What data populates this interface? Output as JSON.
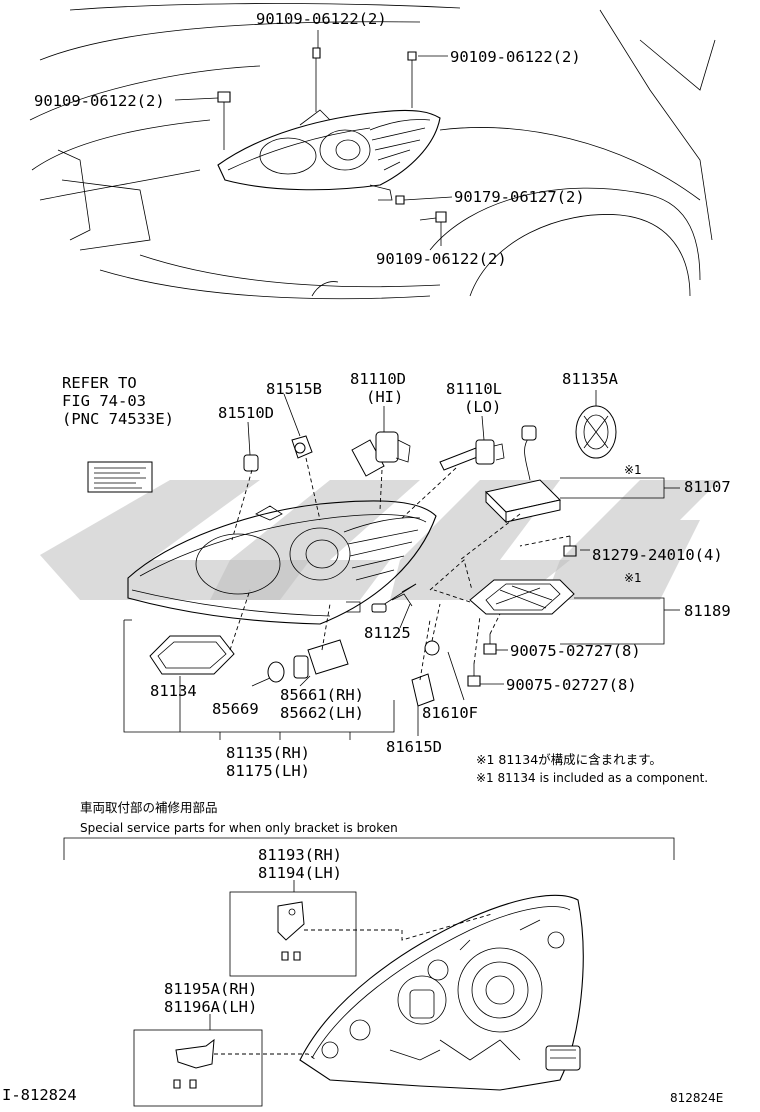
{
  "top_view": {
    "labels": [
      {
        "id": "bolt-top-center",
        "text": "90109-06122(2)"
      },
      {
        "id": "bolt-top-right",
        "text": "90109-06122(2)"
      },
      {
        "id": "bolt-left",
        "text": "90109-06122(2)"
      },
      {
        "id": "screw-bottom",
        "text": "90179-06127(2)"
      },
      {
        "id": "bolt-bottom",
        "text": "90109-06122(2)"
      }
    ]
  },
  "middle": {
    "refer_note": [
      "REFER TO",
      "FIG 74-03",
      "(PNC 74533E)"
    ],
    "part_numbers": [
      {
        "id": "p81515b",
        "text": "81515B"
      },
      {
        "id": "p81110d",
        "text": "81110D"
      },
      {
        "id": "p81110d-sub",
        "text": "(HI)"
      },
      {
        "id": "p81110l",
        "text": "81110L"
      },
      {
        "id": "p81110l-sub",
        "text": "(LO)"
      },
      {
        "id": "p81135a",
        "text": "81135A"
      },
      {
        "id": "p81510d",
        "text": "81510D"
      },
      {
        "id": "p81107",
        "text": "81107"
      },
      {
        "id": "p81279",
        "text": "81279-24010(4)"
      },
      {
        "id": "p81189",
        "text": "81189"
      },
      {
        "id": "p81125",
        "text": "81125"
      },
      {
        "id": "p90075a",
        "text": "90075-02727(8)"
      },
      {
        "id": "p90075b",
        "text": "90075-02727(8)"
      },
      {
        "id": "p81134",
        "text": "81134"
      },
      {
        "id": "p85669",
        "text": "85669"
      },
      {
        "id": "p85661",
        "text": "85661(RH)"
      },
      {
        "id": "p85662",
        "text": "85662(LH)"
      },
      {
        "id": "p81610f",
        "text": "81610F"
      },
      {
        "id": "p81615d",
        "text": "81615D"
      },
      {
        "id": "p81135",
        "text": "81135(RH)"
      },
      {
        "id": "p81175",
        "text": "81175(LH)"
      }
    ],
    "marks": [
      {
        "id": "mark1",
        "text": "※1"
      },
      {
        "id": "mark2",
        "text": "※1"
      }
    ],
    "notes": {
      "jp": "※1 81134が構成に含まれます。",
      "en": "※1 81134 is included as a component."
    }
  },
  "bottom": {
    "header_jp": "車両取付部の補修用部品",
    "header_en": "Special service parts for when only bracket is broken",
    "part_numbers": [
      {
        "id": "p81193",
        "text": "81193(RH)"
      },
      {
        "id": "p81194",
        "text": "81194(LH)"
      },
      {
        "id": "p81195a",
        "text": "81195A(RH)"
      },
      {
        "id": "p81196a",
        "text": "81196A(LH)"
      }
    ]
  },
  "footer": {
    "left_id": "I-812824",
    "right_id": "812824E"
  },
  "colors": {
    "line": "#000000",
    "watermark": "#bdbdbd",
    "background": "#ffffff"
  }
}
